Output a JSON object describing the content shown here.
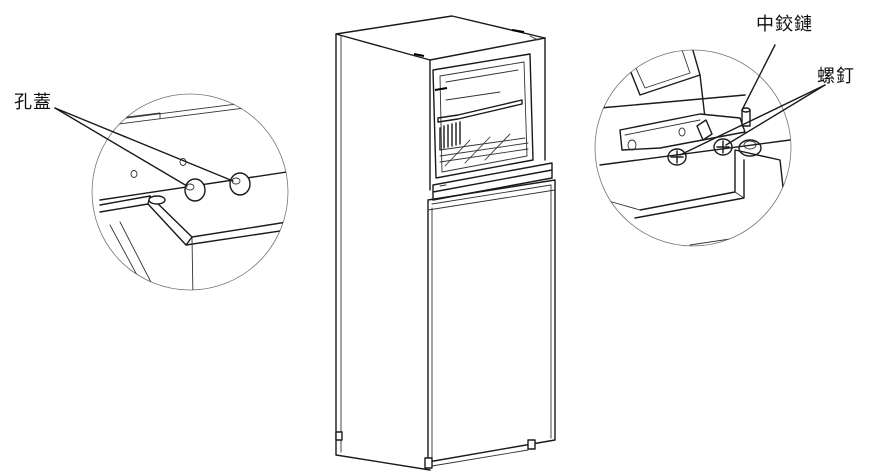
{
  "labels": {
    "hole_cover": "孔蓋",
    "middle_hinge": "中鉸鏈",
    "screw": "螺釘"
  },
  "colors": {
    "line": "#1a1a1a",
    "background": "#ffffff"
  }
}
